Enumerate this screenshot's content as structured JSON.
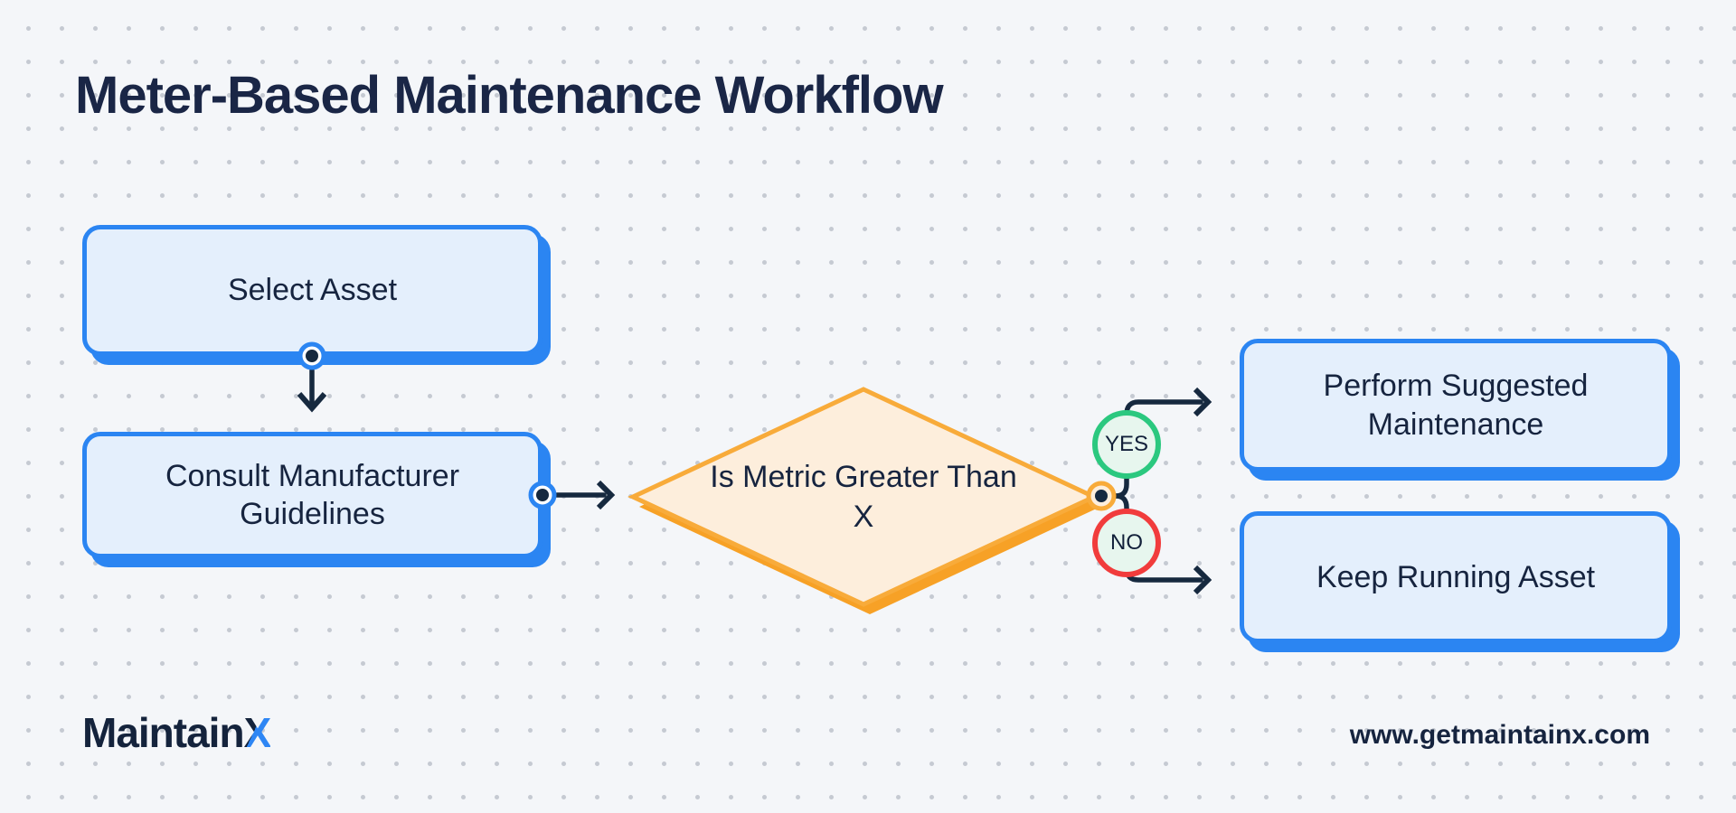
{
  "title": "Meter-Based Maintenance Workflow",
  "nodes": {
    "select_asset": {
      "label": "Select Asset"
    },
    "consult_guidelines": {
      "label": "Consult Manufacturer Guidelines"
    },
    "decision": {
      "label": "Is Metric Greater Than X"
    },
    "perform_maintenance": {
      "label": "Perform Suggested Maintenance"
    },
    "keep_running": {
      "label": "Keep Running Asset"
    }
  },
  "branches": {
    "yes_label": "YES",
    "no_label": "NO"
  },
  "footer": {
    "logo_maintain": "Maintain",
    "logo_x": "X",
    "website": "www.getmaintainx.com"
  },
  "colors": {
    "bg": "#f4f6f9",
    "dot": "#c5cad2",
    "navy": "#16243f",
    "title": "#1a2646",
    "line": "#16293f",
    "blue": "#2b85f2",
    "blue-fill": "#e4effc",
    "orange": "#f8ab3a",
    "orange-deep": "#f7a126",
    "orange-fill": "#fdeedc",
    "green": "#2bc87f",
    "red": "#f13c3c",
    "mint": "#e7f6ee"
  }
}
